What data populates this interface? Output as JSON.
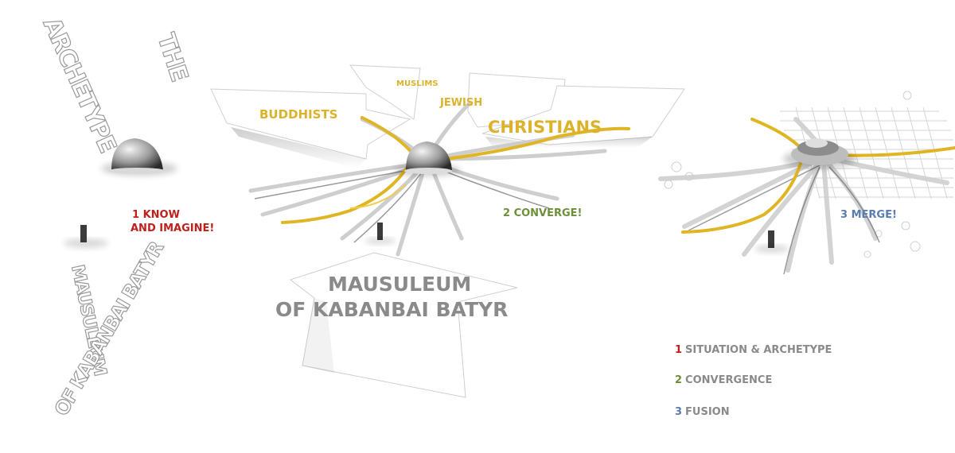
{
  "left_panel": {
    "title_word_1": "THE",
    "title_word_2": "ARCHETYPE",
    "subtitle_1": "MAUSULEUM",
    "subtitle_2": "OF KABANBAI BATYR"
  },
  "faiths": {
    "buddhists": "BUDDHISTS",
    "muslims": "MUSLIMS",
    "jewish": "JEWISH",
    "christians": "CHRISTIANS"
  },
  "stages": {
    "know_1": "1  KNOW",
    "know_2": "AND IMAGINE!",
    "converge": "2  CONVERGE!",
    "merge": "3  MERGE!"
  },
  "main_title": {
    "line1": "MAUSULEUM",
    "line2": "OF KABANBAI BATYR"
  },
  "legend": [
    {
      "num": "1",
      "label": "SITUATION & ARCHETYPE",
      "color": "#c0201c"
    },
    {
      "num": "2",
      "label": "CONVERGENCE",
      "color": "#6e8f3a"
    },
    {
      "num": "3",
      "label": "FUSION",
      "color": "#5b7eb0"
    }
  ],
  "colors": {
    "accent_gold": "#dcb22a",
    "stage1_red": "#c0201c",
    "stage2_green": "#6e8f3a",
    "stage3_blue": "#5b7eb0",
    "text_grey": "#8a8a8a"
  }
}
